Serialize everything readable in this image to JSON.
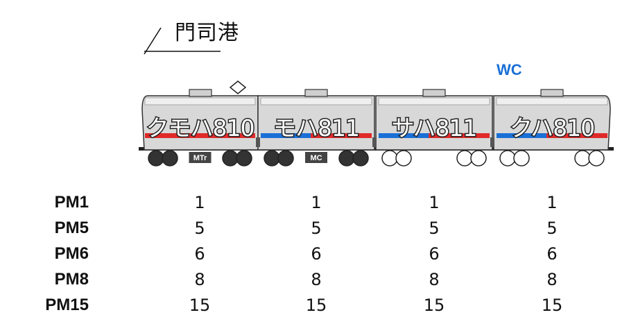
{
  "direction": {
    "label": "門司港"
  },
  "wc_label": "WC",
  "colors": {
    "red_stripe": "#e02a2a",
    "blue_stripe": "#1a6fd6",
    "body": "#d8d8d8",
    "wheel": "#333333"
  },
  "cars": [
    {
      "name": "クモハ810",
      "badge": "MTr",
      "motored": true
    },
    {
      "name": "モハ811",
      "badge": "MC",
      "motored": true
    },
    {
      "name": "サハ811",
      "badge": "",
      "motored": false
    },
    {
      "name": "クハ810",
      "badge": "",
      "motored": false
    }
  ],
  "table": {
    "rows": [
      {
        "label": "PM1",
        "values": [
          "1",
          "1",
          "1",
          "1"
        ]
      },
      {
        "label": "PM5",
        "values": [
          "5",
          "5",
          "5",
          "5"
        ]
      },
      {
        "label": "PM6",
        "values": [
          "6",
          "6",
          "6",
          "6"
        ]
      },
      {
        "label": "PM8",
        "values": [
          "8",
          "8",
          "8",
          "8"
        ]
      },
      {
        "label": "PM15",
        "values": [
          "15",
          "15",
          "15",
          "15"
        ]
      }
    ]
  }
}
